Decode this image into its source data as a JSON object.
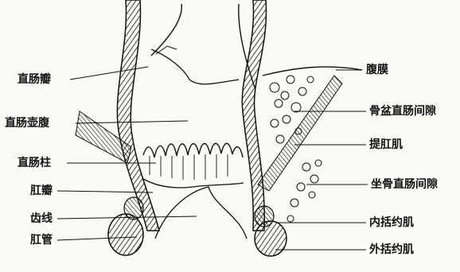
{
  "labels": {
    "left": [
      "直肠瓣",
      "直肠壶腹",
      "直肠柱",
      "肛瓣",
      "齿线",
      "肛管"
    ],
    "right": [
      "腹膜",
      "骨盆直肠间隙",
      "提肛肌",
      "坐骨直肠间隙",
      "内括约肌",
      "外括约肌"
    ]
  },
  "colors": {
    "ink": "#111111",
    "paper": "#fbfaf7"
  }
}
